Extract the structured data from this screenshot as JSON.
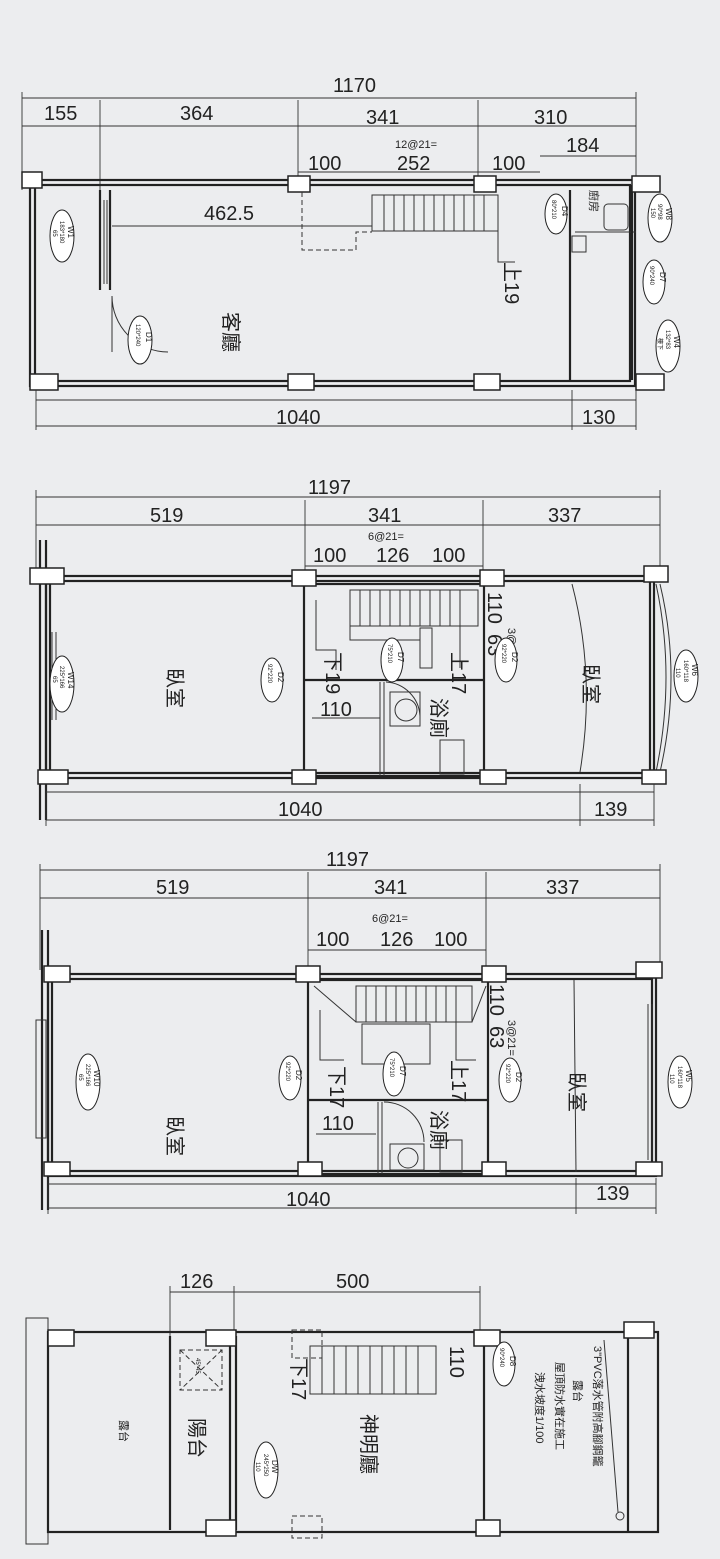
{
  "plans": [
    {
      "id": "floor1",
      "dims": {
        "total": "1170",
        "d155": "155",
        "d364": "364",
        "d341": "341",
        "d310": "310",
        "d184": "184",
        "stair_formula": "12@21=",
        "d100a": "100",
        "d252": "252",
        "d100b": "100",
        "d462": "462.5",
        "d1040": "1040",
        "d130": "130"
      },
      "rooms": {
        "living": "客廳",
        "kitchen": "廚房"
      },
      "tags": {
        "w1": "W1",
        "w1s": "183*180",
        "w1t": "65",
        "d1": "D1",
        "d1s": "120*240",
        "d4": "D4",
        "d4s": "80*210",
        "w8": "W8",
        "w8s": "90*98",
        "w8t": "150",
        "d7": "D7",
        "d7s": "90*240",
        "w4": "W4",
        "w4s": "132*83",
        "w4t": "樓下"
      },
      "stair_label": "上19"
    },
    {
      "id": "floor2",
      "dims": {
        "total": "1197",
        "d519": "519",
        "d341": "341",
        "d337": "337",
        "stair_formula": "6@21=",
        "d100a": "100",
        "d126": "126",
        "d100b": "100",
        "d110": "110",
        "d63": "63",
        "side_formula": "3@21=",
        "d110b": "110",
        "d1040": "1040",
        "d139": "139"
      },
      "rooms": {
        "bedroom_left": "臥室",
        "bedroom_right": "臥室",
        "bath": "浴廁"
      },
      "tags": {
        "w14": "W14",
        "w14s": "225*166",
        "w14t": "65",
        "d2a": "D2",
        "d2as": "92*220",
        "d7": "D7",
        "d7s": "75*210",
        "d2b": "D2",
        "d2bs": "92*220",
        "w6": "W6",
        "w6s": "160*118",
        "w6t": "110"
      },
      "stair_down": "下19",
      "stair_up": "上17"
    },
    {
      "id": "floor3",
      "dims": {
        "total": "1197",
        "d519": "519",
        "d341": "341",
        "d337": "337",
        "stair_formula": "6@21=",
        "d100a": "100",
        "d126": "126",
        "d100b": "100",
        "d110": "110",
        "d63": "63",
        "side_formula": "3@21=",
        "d110b": "110",
        "d1040": "1040",
        "d139": "139"
      },
      "rooms": {
        "bedroom_left": "臥室",
        "bedroom_right": "臥室",
        "bath": "浴廁"
      },
      "tags": {
        "w10": "W10",
        "w10s": "225*166",
        "w10t": "65",
        "d2a": "D2",
        "d2as": "92*220",
        "d7": "D7",
        "d7s": "75*210",
        "d2b": "D2",
        "d2bs": "92*220",
        "w5": "W5",
        "w5s": "160*118",
        "w5t": "110"
      },
      "stair_down": "下17",
      "stair_up": "上17"
    },
    {
      "id": "floor4",
      "dims": {
        "d126": "126",
        "d500": "500",
        "d110": "110"
      },
      "rooms": {
        "roof_terrace": "露台",
        "balcony": "陽台",
        "shrine": "神明廳",
        "terrace": "露台"
      },
      "tags": {
        "dw": "DW",
        "dws": "245*250",
        "dwt": "110",
        "d8": "D8",
        "d8s": "90*240",
        "box": "45*45"
      },
      "stair_down": "下17",
      "notes": {
        "n1": "3\"PVC落水管附高腳鋼籠",
        "n2": "屋頂防水實在施工",
        "n3": "洩水坡度1/100"
      }
    }
  ]
}
